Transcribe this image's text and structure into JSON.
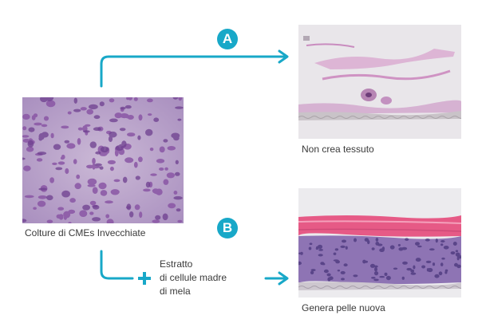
{
  "colors": {
    "accent": "#18a8c8",
    "cell_stain": "#8e5ba8",
    "pink_layer": "#e65a86"
  },
  "source": {
    "caption": "Colture di CMEs Invecchiate"
  },
  "path_a": {
    "badge": "A",
    "result_caption": "Non crea tessuto"
  },
  "path_b": {
    "badge": "B",
    "plus_icon": "plus-icon",
    "extract_lines": [
      "Estratto",
      "di cellule madre",
      "di mela"
    ],
    "result_caption": "Genera pelle nuova"
  }
}
